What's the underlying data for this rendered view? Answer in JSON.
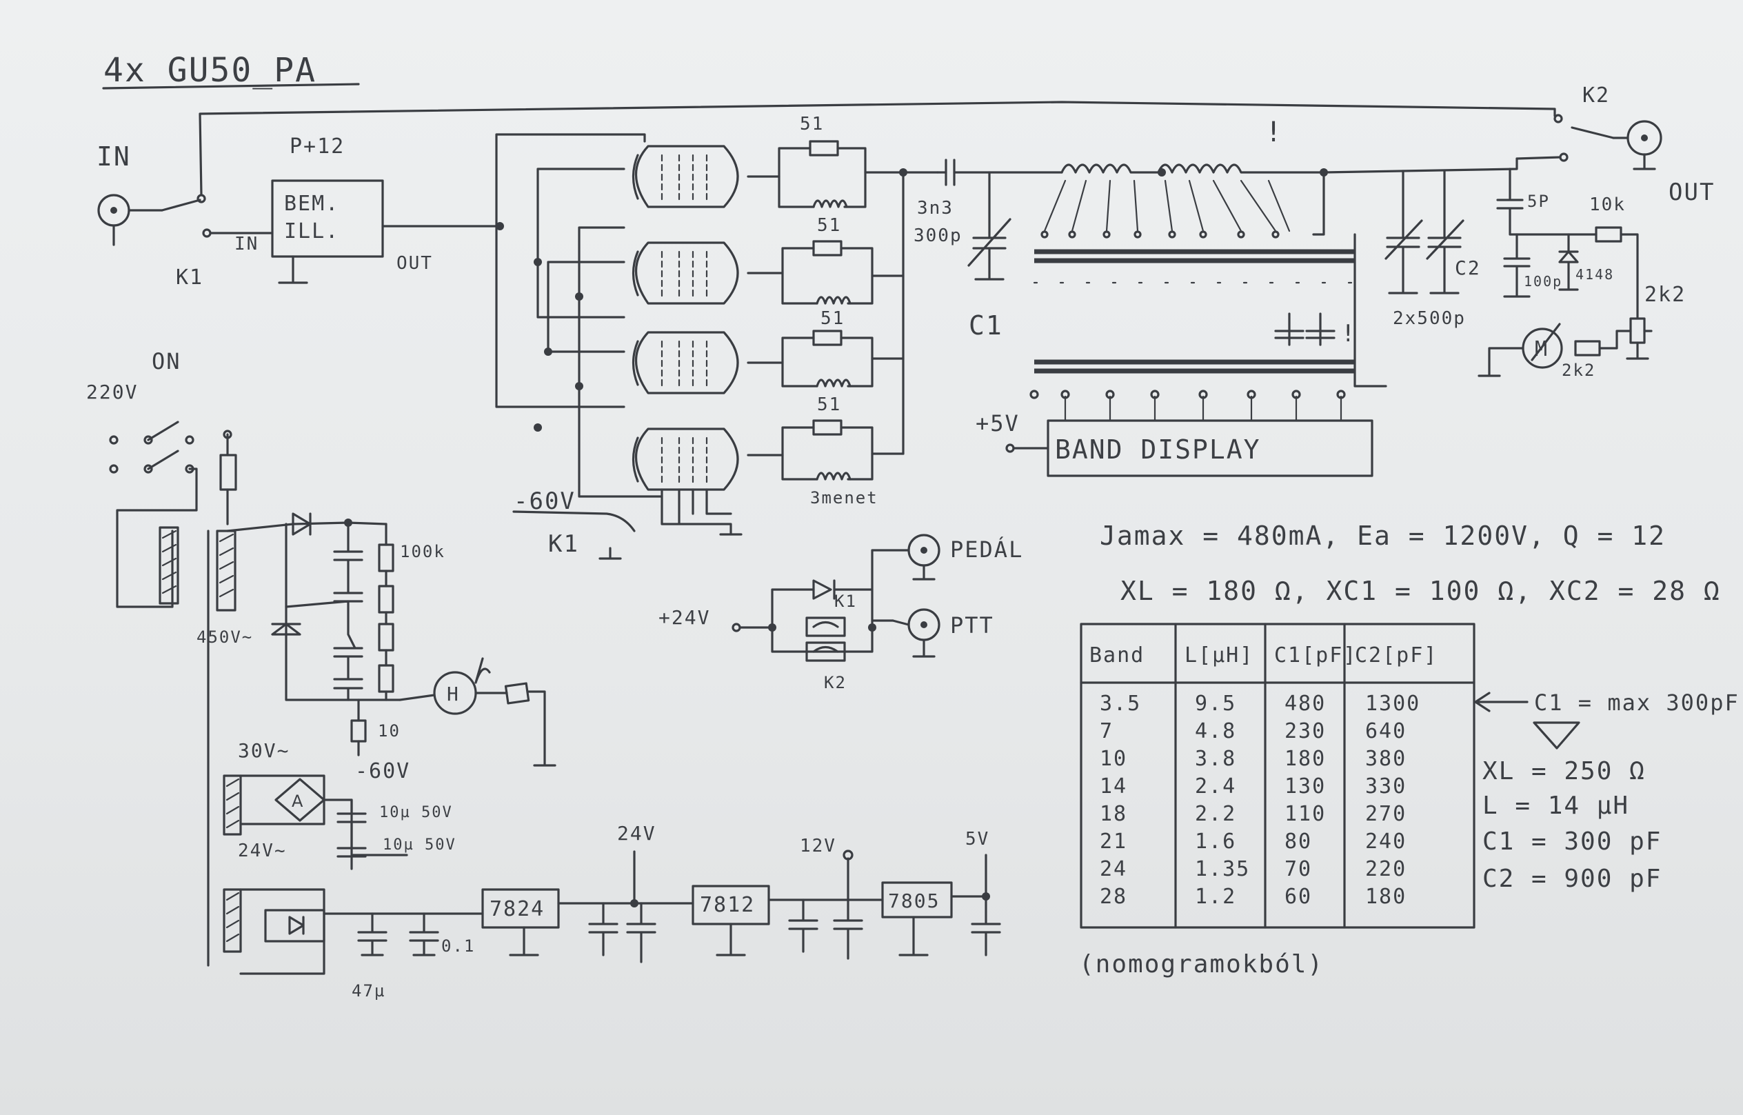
{
  "title": "4x GU50_PA",
  "input": {
    "in_label": "IN",
    "relay1": "K1",
    "preamp_gain": "P+12",
    "preamp_name_1": "BEM.",
    "preamp_name_2": "ILL.",
    "preamp_in": "IN",
    "preamp_out": "OUT"
  },
  "output": {
    "relay2": "K2",
    "out_label": "OUT",
    "cap_5p": "5P",
    "res_10k": "10k",
    "cap_100p": "100p",
    "diode": "4148",
    "pot_2k2": "2k2",
    "res_2k2": "2k2",
    "meter": "M"
  },
  "amp": {
    "grid_r1": "51",
    "grid_r2": "51",
    "grid_r3": "51",
    "grid_r4": "51",
    "choke": "3menet",
    "bias_label": "-60V",
    "relay_k1": "K1",
    "cap_coupling_1": "3n3",
    "cap_coupling_2": "300p",
    "c1_label": "C1",
    "c2_label": "C2",
    "c2_value": "2x500p",
    "warning": "!"
  },
  "band_display": {
    "supply": "+5V",
    "label": "BAND DISPLAY"
  },
  "power": {
    "on_label": "ON",
    "mains": "220V",
    "hv_secondary": "450V~",
    "res_100k": "100k",
    "res_10": "10",
    "bias_out": "-60V",
    "meter_h": "H",
    "bias_secondary": "30V~",
    "cap_a": "10µ 50V",
    "cap_b": "10µ 50V",
    "aux_secondary": "24V~",
    "cap_47": "47µ",
    "cap_01": "0.1",
    "reg_1": "7824",
    "reg_2": "7812",
    "reg_3": "7805",
    "v24": "24V",
    "v12": "12V",
    "v5": "5V"
  },
  "ptt": {
    "supply": "+24V",
    "pedal": "PEDÁL",
    "ptt": "PTT",
    "k1": "K1",
    "k2": "K2"
  },
  "specs": {
    "line1": "Jamax = 480mA,  Ea = 1200V,  Q = 12",
    "line2": "XL = 180 Ω,  XC1 = 100 Ω,  XC2 = 28 Ω"
  },
  "table": {
    "headers": [
      "Band",
      "L[µH]",
      "C1[pF]",
      "C2[pF]"
    ],
    "rows": [
      [
        "3.5",
        "9.5",
        "480",
        "1300"
      ],
      [
        "7",
        "4.8",
        "230",
        "640"
      ],
      [
        "10",
        "3.8",
        "180",
        "380"
      ],
      [
        "14",
        "2.4",
        "130",
        "330"
      ],
      [
        "18",
        "2.2",
        "110",
        "270"
      ],
      [
        "21",
        "1.6",
        "80",
        "240"
      ],
      [
        "24",
        "1.35",
        "70",
        "220"
      ],
      [
        "28",
        "1.2",
        "60",
        "180"
      ]
    ],
    "note": "(nomogramokból)"
  },
  "side_note": {
    "c1_max": "C1 = max 300pF",
    "xl": "XL = 250 Ω",
    "l": "L = 14 µH",
    "c1": "C1 = 300 pF",
    "c2": "C2 = 900 pF"
  }
}
